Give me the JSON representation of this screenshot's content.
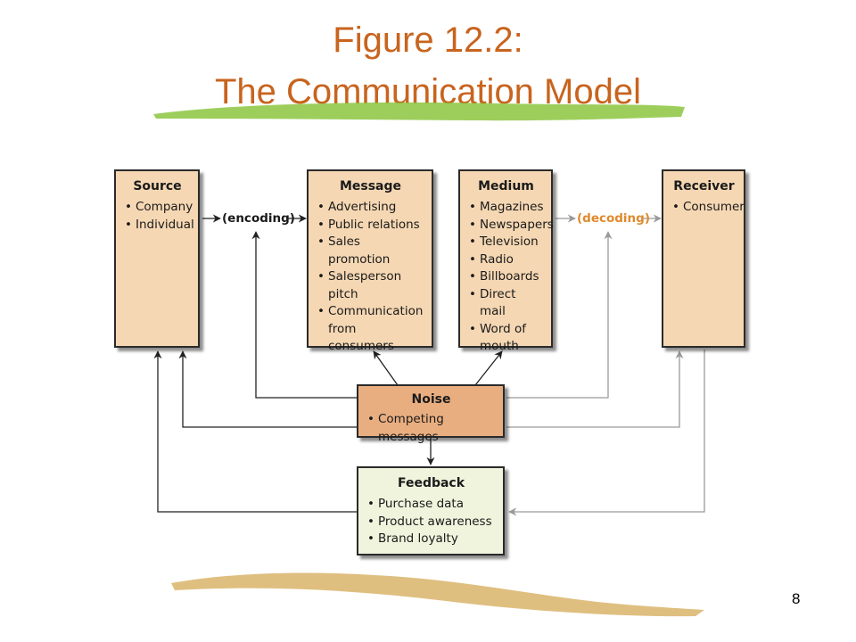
{
  "title_line1": "Figure 12.2:",
  "title_line2": "The Communication Model",
  "colors": {
    "title": "#c8641e",
    "box_tan": "#f5d7b3",
    "noise": "#e9ae80",
    "feedback": "#f0f4dd",
    "decoding": "#e08a2e",
    "brush_green": "#8cc63f",
    "brush_gold": "#d9b46a"
  },
  "source": {
    "title": "Source",
    "items": [
      "Company",
      "Individual"
    ]
  },
  "message": {
    "title": "Message",
    "items": [
      "Advertising",
      "Public relations",
      "Sales promotion",
      "Salesperson pitch",
      "Communication\nfrom consumers"
    ]
  },
  "medium": {
    "title": "Medium",
    "items": [
      "Magazines",
      "Newspapers",
      "Television",
      "Radio",
      "Billboards",
      "Direct mail",
      "Word of\nmouth"
    ]
  },
  "receiver": {
    "title": "Receiver",
    "items": [
      "Consumer"
    ]
  },
  "noise": {
    "title": "Noise",
    "items": [
      "Competing messages"
    ]
  },
  "feedback": {
    "title": "Feedback",
    "items": [
      "Purchase data",
      "Product awareness",
      "Brand loyalty"
    ]
  },
  "encoding_label": "(encoding)",
  "decoding_label": "(decoding)",
  "page_number": "8"
}
